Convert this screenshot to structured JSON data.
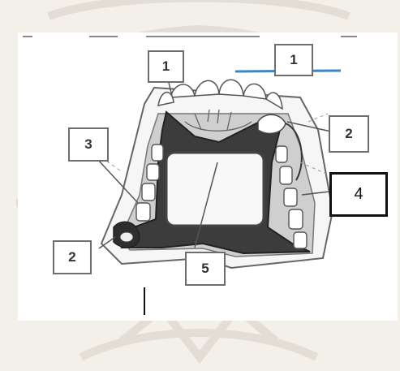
{
  "diagram": {
    "labels": [
      {
        "text": "1"
      },
      {
        "text": "1"
      },
      {
        "text": "3"
      },
      {
        "text": "2"
      },
      {
        "text": "4"
      },
      {
        "text": "2"
      },
      {
        "text": "5"
      }
    ]
  }
}
